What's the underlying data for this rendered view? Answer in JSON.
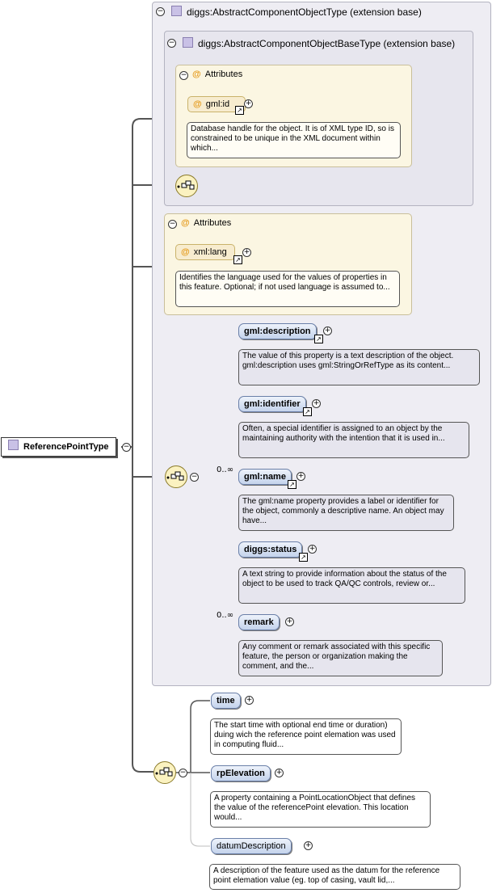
{
  "root": {
    "label": "ReferencePointType"
  },
  "ext1": {
    "title": "diggs:AbstractComponentObjectType (extension base)"
  },
  "ext2": {
    "title": "diggs:AbstractComponentObjectBaseType (extension base)"
  },
  "attrs1": {
    "title": "Attributes",
    "item": "gml:id",
    "doc": "Database handle for the object. It is of XML type ID, so is constrained to be unique in the XML document within which..."
  },
  "attrs2": {
    "title": "Attributes",
    "item": "xml:lang",
    "doc": "Identifies the language used for the values of properties in this feature. Optional; if not used language is assumed to..."
  },
  "seq1": {
    "elements": [
      {
        "name": "gml:description",
        "doc": "The value of this property is a text description of the object. gml:description uses gml:StringOrRefType as its content..."
      },
      {
        "name": "gml:identifier",
        "doc": "Often, a special identifier is assigned to an object by the maintaining authority with the intention that it is used in..."
      },
      {
        "name": "gml:name",
        "card": "0..∞",
        "doc": "The gml:name property provides a label or identifier for the object, commonly a descriptive name. An object may have..."
      },
      {
        "name": "diggs:status",
        "doc": "A text string to provide information about the status of the object to be used to track QA/QC controls, review or..."
      },
      {
        "name": "remark",
        "card": "0..∞",
        "doc": "Any comment or remark associated with this specific feature, the person or organization making the comment, and the..."
      }
    ]
  },
  "seq2": {
    "elements": [
      {
        "name": "time",
        "doc": "The start time with optional end time or duration) duing wich the reference point elemation was used in computing fluid..."
      },
      {
        "name": "rpElevation",
        "doc": "A property containing a PointLocationObject that defines the value of the referencePoint elevation. This location would..."
      },
      {
        "name": "datumDescription",
        "doc": "A description of the feature used as the datum for the reference point elemation value (eg. top of casing, vault lid,..."
      }
    ]
  },
  "icons": {
    "minus": "−",
    "plus": "+",
    "link": "↗",
    "at": "@"
  }
}
